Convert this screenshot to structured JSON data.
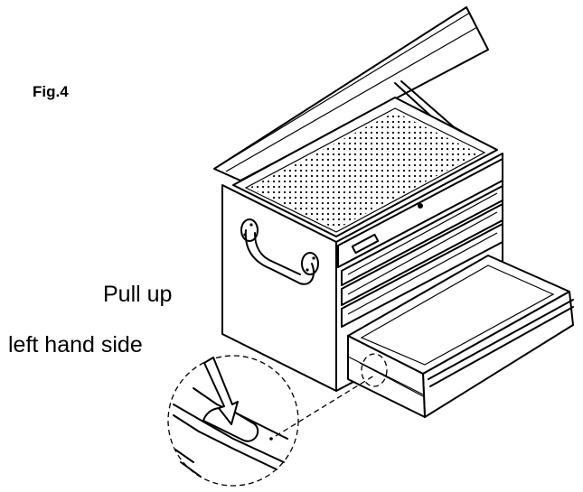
{
  "figure": {
    "label": "Fig.4",
    "callouts": [
      "Pull up",
      "left hand side"
    ]
  },
  "icons": {
    "tool_chest": "tool-chest-illustration",
    "detail": "magnified-slide-latch-detail",
    "arrow": "down-arrow"
  },
  "colors": {
    "ink": "#000000",
    "paper": "#ffffff"
  }
}
